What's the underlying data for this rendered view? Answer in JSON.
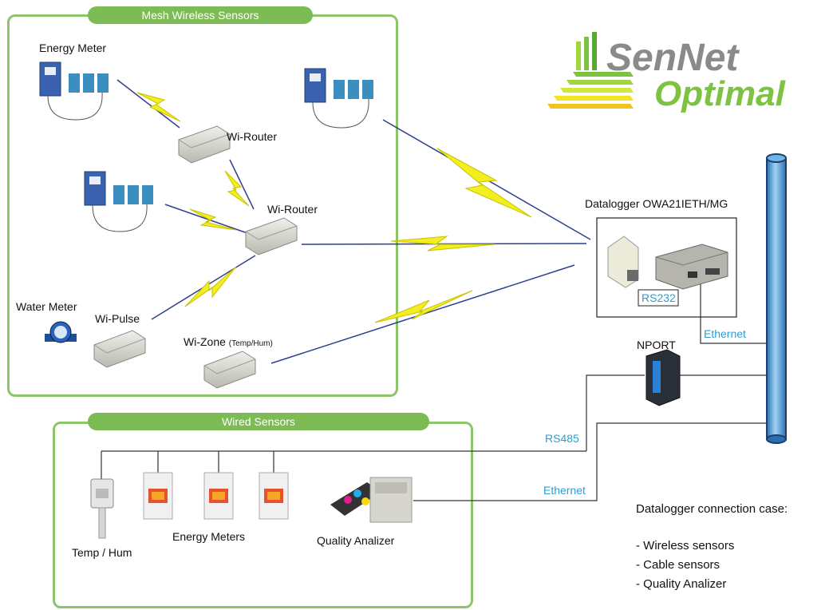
{
  "groups": {
    "wireless": {
      "title": "Mesh Wireless Sensors"
    },
    "wired": {
      "title": "Wired Sensors"
    }
  },
  "logo": {
    "line1": "SenNet",
    "line2": "Optimal"
  },
  "labels": {
    "energy_meter": "Energy Meter",
    "wi_router_1": "Wi-Router",
    "wi_router_2": "Wi-Router",
    "water_meter": "Water Meter",
    "wi_pulse": "Wi-Pulse",
    "wi_zone": "Wi-Zone",
    "wi_zone_sub": "(Temp/Hum)",
    "datalogger": "Datalogger OWA21IETH/MG",
    "rs232": "RS232",
    "ethernet_1": "Ethernet",
    "nport": "NPORT",
    "rs485": "RS485",
    "ethernet_2": "Ethernet",
    "temp_hum": "Temp / Hum",
    "energy_meters": "Energy Meters",
    "quality_analizer": "Quality Analizer"
  },
  "legend": {
    "title": "Datalogger connection case:",
    "items": [
      "- Wireless sensors",
      "- Cable sensors",
      "- Quality Analizer"
    ]
  },
  "colors": {
    "green": "#7dbb55",
    "blue_text": "#2a9fd6",
    "bolt": "#f2ee1f",
    "link": "#2f3f8f"
  }
}
